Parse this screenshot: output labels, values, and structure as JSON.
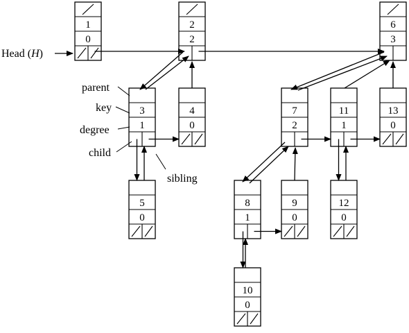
{
  "head_label": "Head (H)",
  "field_labels": {
    "parent": "parent",
    "key": "key",
    "degree": "degree",
    "child": "child",
    "sibling": "sibling"
  },
  "nodes": [
    {
      "id": "n1",
      "key": "1",
      "degree": "0"
    },
    {
      "id": "n2",
      "key": "2",
      "degree": "2"
    },
    {
      "id": "n6",
      "key": "6",
      "degree": "3"
    },
    {
      "id": "n3",
      "key": "3",
      "degree": "1"
    },
    {
      "id": "n4",
      "key": "4",
      "degree": "0"
    },
    {
      "id": "n7",
      "key": "7",
      "degree": "2"
    },
    {
      "id": "n11",
      "key": "11",
      "degree": "1"
    },
    {
      "id": "n13",
      "key": "13",
      "degree": "0"
    },
    {
      "id": "n5",
      "key": "5",
      "degree": "0"
    },
    {
      "id": "n8",
      "key": "8",
      "degree": "1"
    },
    {
      "id": "n9",
      "key": "9",
      "degree": "0"
    },
    {
      "id": "n12",
      "key": "12",
      "degree": "0"
    },
    {
      "id": "n10",
      "key": "10",
      "degree": "0"
    }
  ]
}
